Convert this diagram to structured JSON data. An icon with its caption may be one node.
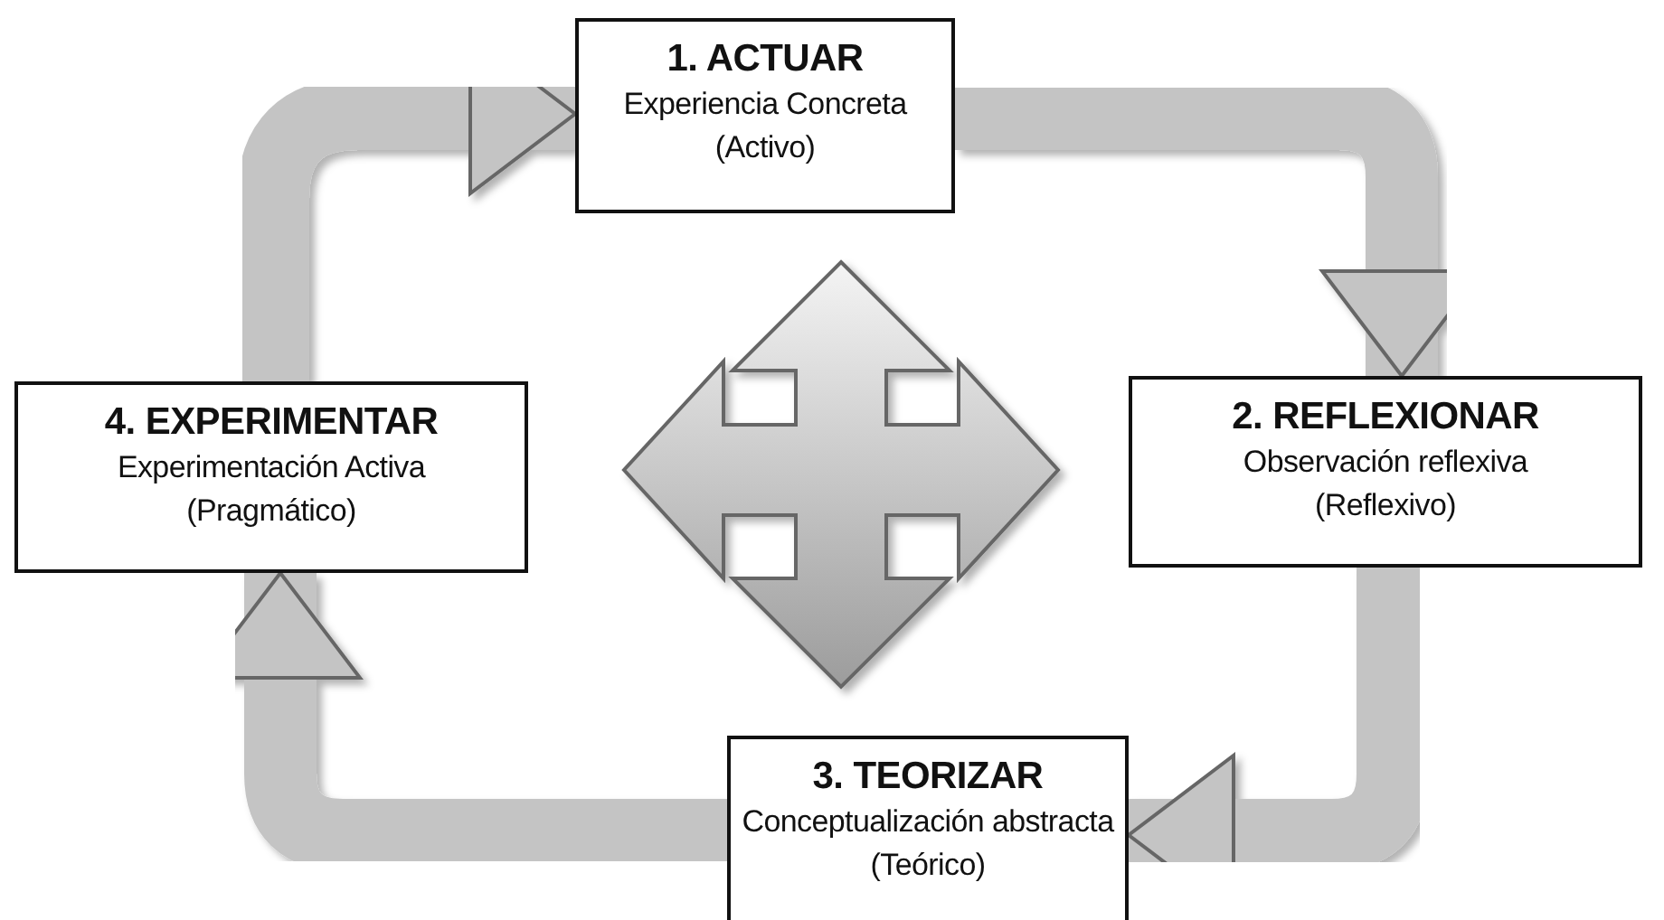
{
  "diagram": {
    "nodes": [
      {
        "text": [
          "1. ACTUAR",
          "Experiencia Concreta",
          "(Activo)"
        ]
      },
      {
        "text": [
          "2. REFLEXIONAR",
          "Observación reflexiva",
          "(Reflexivo)"
        ]
      },
      {
        "text": [
          "3. TEORIZAR",
          "Conceptualización abstracta",
          "(Teórico)"
        ]
      },
      {
        "text": [
          "4. EXPERIMENTAR",
          "Experimentación Activa",
          "(Pragmático)"
        ]
      }
    ],
    "edges": [
      {
        "from": 3,
        "to": 0,
        "arrow": "to"
      },
      {
        "from": 0,
        "to": 1,
        "arrow": "to"
      },
      {
        "from": 1,
        "to": 2,
        "arrow": "to"
      },
      {
        "from": 2,
        "to": 3,
        "arrow": "to"
      }
    ]
  }
}
